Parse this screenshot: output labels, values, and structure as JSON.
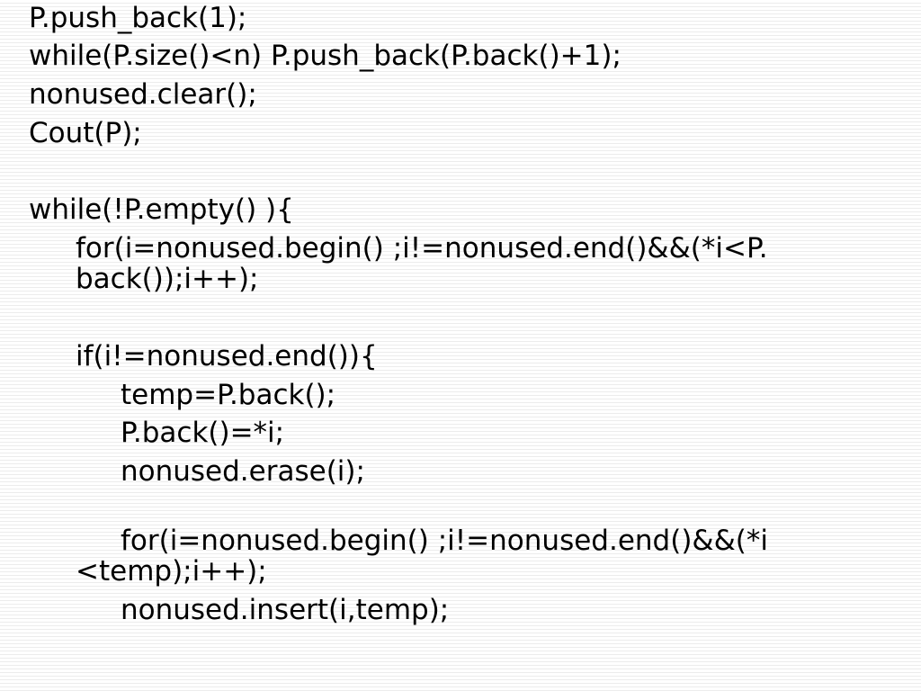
{
  "slide": {
    "lines": [
      "P.push_back(1);",
      "while(P.size()<n) P.push_back(P.back()+1);",
      "nonused.clear();",
      "Cout(P);",
      "while(!P.empty() ){",
      "for(i=nonused.begin() ;i!=nonused.end()&&(*i<P.",
      "back());i++);",
      "if(i!=nonused.end()){",
      "temp=P.back();",
      "P.back()=*i;",
      "nonused.erase(i);",
      "for(i=nonused.begin() ;i!=nonused.end()&&(*i",
      "<temp);i++);",
      "nonused.insert(i,temp);"
    ]
  }
}
